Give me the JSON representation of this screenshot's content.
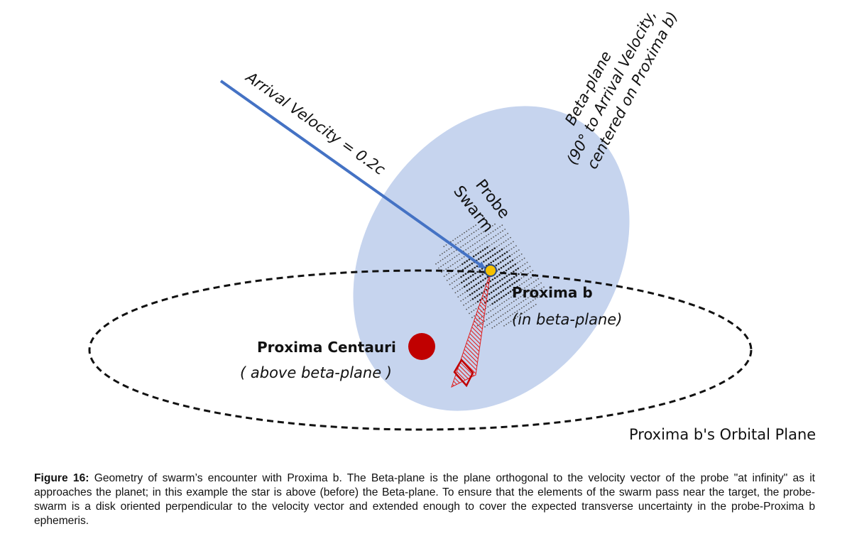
{
  "diagram": {
    "arrival_velocity_label": "Arrival Velocity = 0.2c",
    "beta_plane_label": {
      "line1": "Beta-plane",
      "line2": "(90° to Arrival Velocity,",
      "line3": "centered on Proxima b)"
    },
    "probe_swarm_label": {
      "line1": "Probe",
      "line2": "Swarm"
    },
    "proxima_b_label": {
      "name": "Proxima b",
      "note": "(in beta-plane)"
    },
    "proxima_centauri_label": {
      "name": "Proxima Centauri",
      "note": "( above beta-plane )"
    },
    "orbital_plane_label": "Proxima b's Orbital Plane",
    "colors": {
      "beta_plane_fill": "#c6d4ee",
      "velocity_arrow": "#4472c4",
      "star": "#c00000",
      "planet": "#f5c000",
      "hatching": "#e02020",
      "orbit": "#111111"
    }
  },
  "caption": {
    "figure_label": "Figure 16:",
    "text": "Geometry of swarm’s encounter with Proxima b. The Beta-plane is the plane orthogonal to the velocity vector of the probe \"at infinity\" as it approaches the planet; in this example the star is above (before) the Beta-plane. To ensure that the elements of the swarm pass near the target, the probe-swarm is a disk oriented perpendicular to the velocity vector and extended enough to cover the expected transverse uncertainty in the probe-Proxima b ephemeris."
  }
}
